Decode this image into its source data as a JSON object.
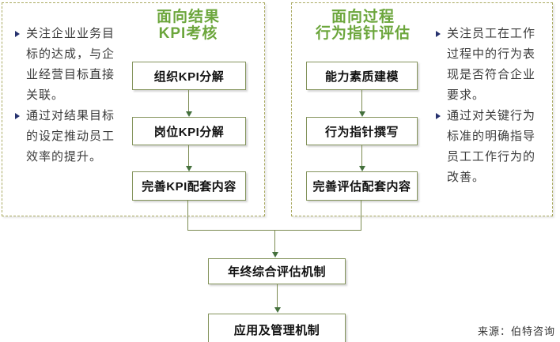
{
  "canvas": {
    "source_note": "来源：伯特咨询"
  },
  "left_panel": {
    "title": "面向结果\nKPI考核",
    "bullets": [
      "关注企业业务目\n标的达成，与企\n业经营目标直接\n关联。",
      "通过对结果目标\n的设定推动员工\n效率的提升。"
    ],
    "steps": [
      "组织KPI分解",
      "岗位KPI分解",
      "完善KPI配套内容"
    ]
  },
  "right_panel": {
    "title": "面向过程\n行为指针评估",
    "bullets": [
      "关注员工在工作\n过程中的行为表\n现是否符合企业\n要求。",
      "通过对关键行为\n标准的明确指导\n员工工作行为的\n改善。"
    ],
    "steps": [
      "能力素质建模",
      "行为指针撰写",
      "完善评估配套内容"
    ]
  },
  "bottom_flow": {
    "steps": [
      "年终综合评估机制",
      "应用及管理机制"
    ]
  },
  "colors": {
    "title_green": "#6ca63c",
    "panel_dash_border": "#a9a960",
    "box_border": "#84945c",
    "arrow_line": "#7b8b51",
    "arrow_head": "#44703c",
    "bullet_marker": "#26316e",
    "body_text": "#3b3b3b"
  }
}
